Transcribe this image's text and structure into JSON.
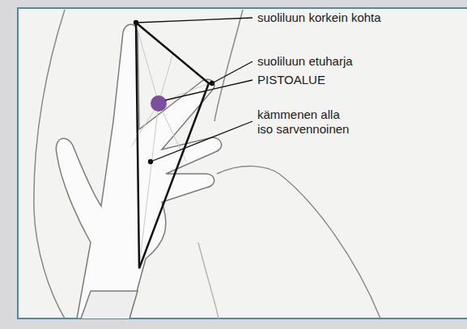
{
  "diagram": {
    "labels": [
      "suoliluun korkein kohta",
      "suoliluun etuharja",
      "PISTOALUE",
      "kämmenen alla iso sarvennoinen"
    ]
  }
}
